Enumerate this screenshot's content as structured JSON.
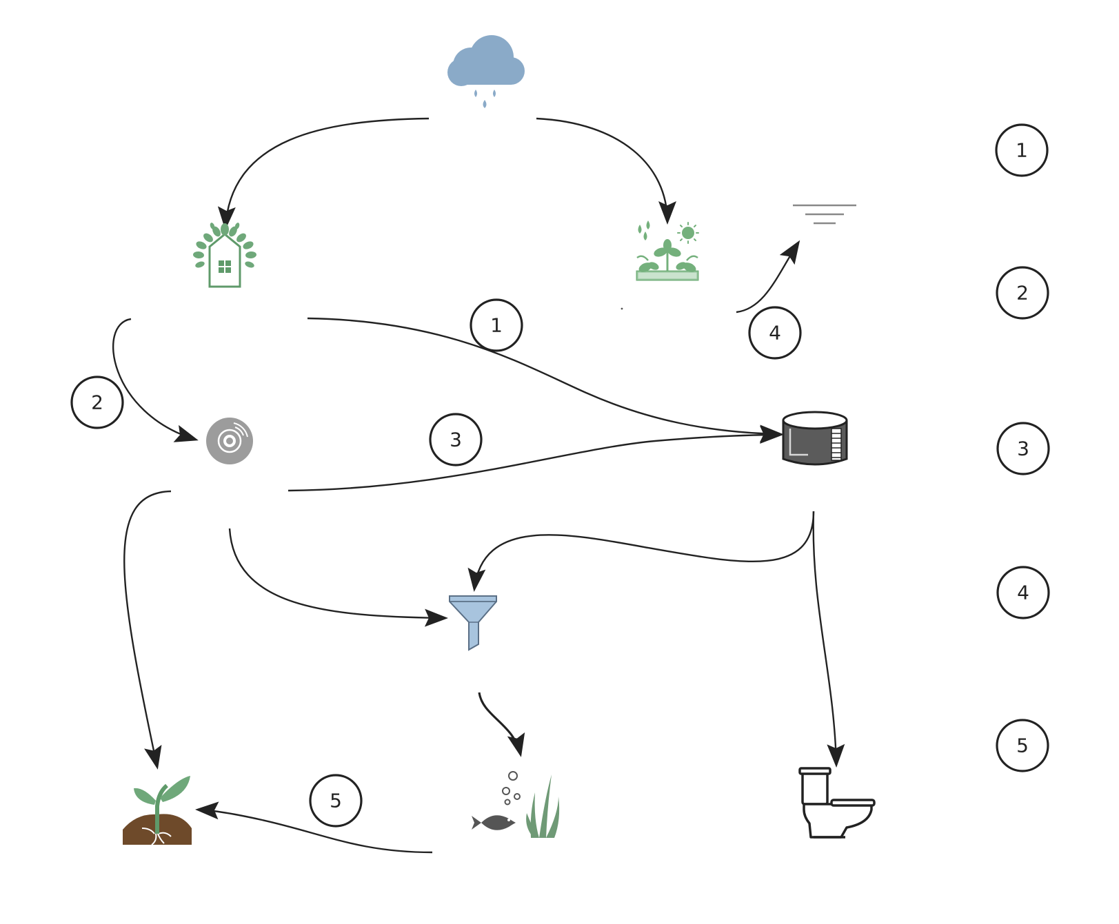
{
  "diagram": {
    "nodes": [
      {
        "id": "rain-cloud",
        "icon": "rain-cloud-icon",
        "color": "#8aaac8"
      },
      {
        "id": "green-roof",
        "icon": "green-roof-house-icon",
        "color": "#5f9a6a"
      },
      {
        "id": "garden-bed",
        "icon": "plant-bed-icon",
        "color": "#74b07c"
      },
      {
        "id": "evaporation",
        "icon": "evaporation-lines-icon",
        "color": "#888888"
      },
      {
        "id": "disc",
        "icon": "disc-icon",
        "color": "#9c9c9c"
      },
      {
        "id": "storage-tank",
        "icon": "storage-tank-icon",
        "color": "#555555"
      },
      {
        "id": "filter",
        "icon": "filter-funnel-icon",
        "color": "#a8c4de"
      },
      {
        "id": "seedling",
        "icon": "seedling-soil-icon",
        "color": "#6e4a2a"
      },
      {
        "id": "aquatic-life",
        "icon": "fish-seaweed-icon",
        "color": "#6f9a76"
      },
      {
        "id": "toilet",
        "icon": "toilet-icon",
        "color": "#222222"
      }
    ],
    "path_labels": [
      "1",
      "2",
      "3",
      "4",
      "5"
    ],
    "legend_numbers": [
      "1",
      "2",
      "3",
      "4",
      "5"
    ]
  }
}
